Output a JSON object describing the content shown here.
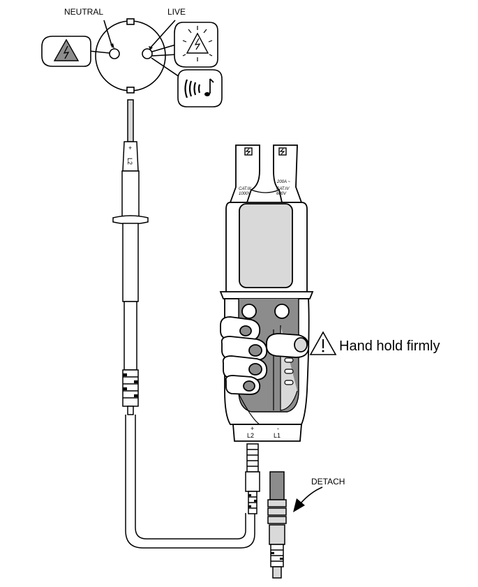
{
  "labels": {
    "neutral": "NEUTRAL",
    "live": "LIVE",
    "hand_hold": "Hand hold firmly",
    "detach": "DETACH"
  },
  "probe_marking": {
    "polarity": "+",
    "terminal": "L2"
  },
  "terminals": {
    "left": {
      "polarity": "+",
      "name": "L2"
    },
    "right": {
      "polarity": "-",
      "name": "L1"
    }
  },
  "jaw_markings": {
    "left_cat": "CAT.III",
    "left_voltage": "1000V",
    "right_current": "200A ~",
    "right_cat": "CAT.IV",
    "right_voltage": "600V"
  },
  "icons": {
    "neutral_indicator": "lightning-warning-icon",
    "live_indicator": "flashing-lightning-warning-icon",
    "live_sound": "sound-beep-icon",
    "hand_warning": "warning-triangle-icon"
  },
  "colors": {
    "line": "#000000",
    "fill_gray": "#8c8c8c",
    "fill_light": "#d9d9d9",
    "background": "#ffffff"
  }
}
